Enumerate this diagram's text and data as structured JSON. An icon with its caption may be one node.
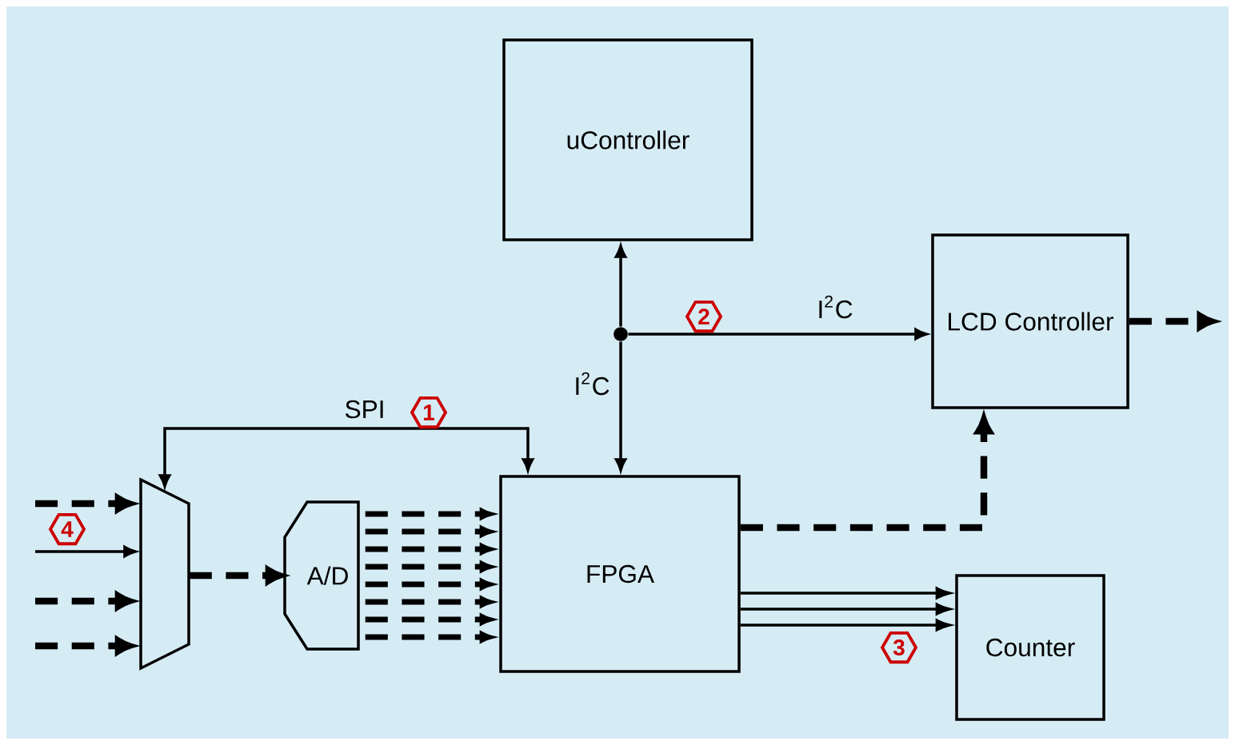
{
  "diagram": {
    "nodes": [
      {
        "text": [
          "uController"
        ]
      },
      {
        "text": [
          "LCD Controller"
        ]
      },
      {
        "text": [
          "FPGA"
        ]
      },
      {
        "text": [
          "Counter"
        ]
      },
      {
        "text": [],
        "shape": "trapezoid"
      },
      {
        "text": [
          "A/D"
        ]
      },
      {
        "text": [],
        "shape": "circle"
      }
    ],
    "edges": [
      {
        "from": 6,
        "to": 0,
        "arrow": "to"
      },
      {
        "from": 6,
        "to": 2,
        "arrow": "to",
        "label": "I$^{2}$C"
      },
      {
        "from": 6,
        "to": 1,
        "arrow": "to",
        "label": "I$^{2}$C"
      },
      {
        "from": 4,
        "to": 2,
        "arrow": "both",
        "label": "SPI"
      },
      {
        "from": null,
        "to": 4,
        "arrow": "to",
        "style": "dashed"
      },
      {
        "from": null,
        "to": 4,
        "arrow": "to"
      },
      {
        "from": null,
        "to": 4,
        "arrow": "to",
        "style": "dashed"
      },
      {
        "from": null,
        "to": 4,
        "arrow": "to",
        "style": "dashed"
      },
      {
        "from": 4,
        "to": 5,
        "arrow": "to",
        "style": "dashed"
      },
      {
        "from": 5,
        "to": 2,
        "arrow": "to",
        "style": "dashed"
      },
      {
        "from": 5,
        "to": 2,
        "arrow": "to",
        "style": "dashed"
      },
      {
        "from": 5,
        "to": 2,
        "arrow": "to",
        "style": "dashed"
      },
      {
        "from": 5,
        "to": 2,
        "arrow": "to",
        "style": "dashed"
      },
      {
        "from": 5,
        "to": 2,
        "arrow": "to",
        "style": "dashed"
      },
      {
        "from": 5,
        "to": 2,
        "arrow": "to",
        "style": "dashed"
      },
      {
        "from": 5,
        "to": 2,
        "arrow": "to",
        "style": "dashed"
      },
      {
        "from": 5,
        "to": 2,
        "arrow": "to",
        "style": "dashed"
      },
      {
        "from": 2,
        "to": 1,
        "arrow": "to",
        "style": "dashed"
      },
      {
        "from": 1,
        "to": null,
        "arrow": "to",
        "style": "dashed"
      },
      {
        "from": 2,
        "to": 3,
        "arrow": "to"
      },
      {
        "from": 2,
        "to": 3,
        "arrow": "to"
      },
      {
        "from": 2,
        "to": 3,
        "arrow": "to"
      }
    ],
    "labels": [
      "2",
      "1",
      "4",
      "3"
    ]
  }
}
